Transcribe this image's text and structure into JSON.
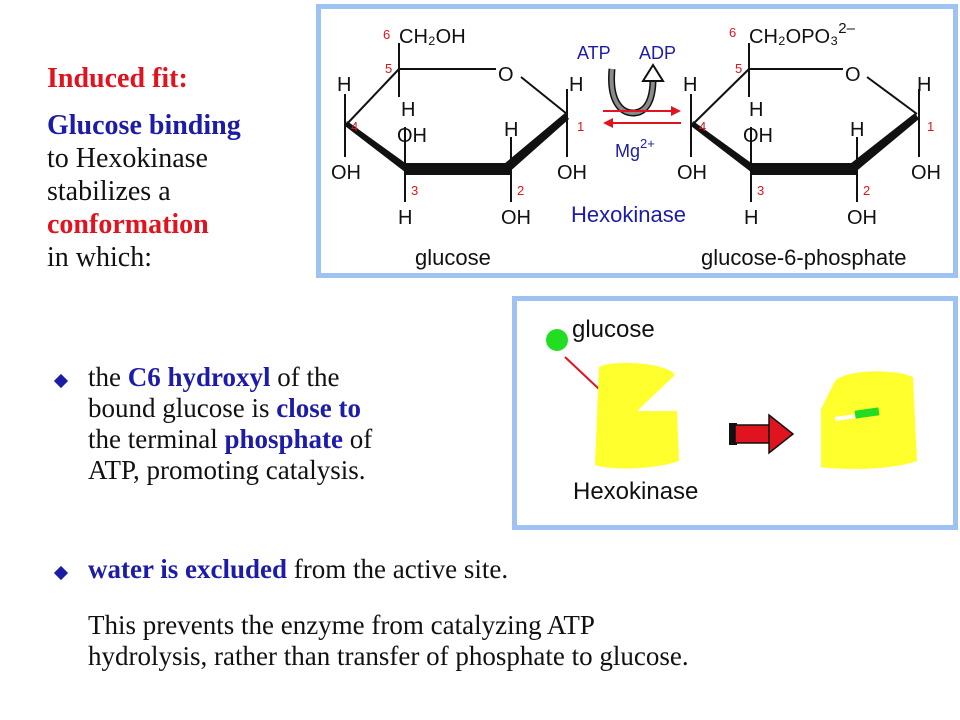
{
  "intro": {
    "heading": "Induced fit:",
    "line1": "Glucose binding",
    "line2": "to Hexokinase",
    "line3": "stabilizes a",
    "line4": "conformation",
    "line5": "in which:"
  },
  "reaction": {
    "glucose_c6_group": "CH₂OH",
    "g6p_c6_group": "CH₂OPO₃",
    "g6p_charge": "2–",
    "atp": "ATP",
    "adp": "ADP",
    "mg": "Mg",
    "mg_charge": "2+",
    "enzyme": "Hexokinase",
    "substrate_label": "glucose",
    "product_label": "glucose-6-phosphate",
    "carbon_numbers": [
      "6",
      "5",
      "4",
      "3",
      "2",
      "1"
    ],
    "ring_oxygen": "O",
    "h": "H",
    "oh": "OH"
  },
  "cartoon": {
    "glucose_label": "glucose",
    "enzyme_label": "Hexokinase"
  },
  "bullet1": {
    "t1": "the ",
    "t2": "C6 hydroxyl",
    "t3": " of the",
    "t4": "bound glucose is ",
    "t5": "close to",
    "t6": "the terminal ",
    "t7": "phosphate",
    "t8": " of",
    "t9": "ATP, promoting catalysis."
  },
  "bullet2": {
    "t1": "water is excluded",
    "t2": " from the active site."
  },
  "note": {
    "line1": "This prevents the enzyme from catalyzing ATP",
    "line2": "hydrolysis, rather than transfer of phosphate to glucose."
  },
  "colors": {
    "red": "#e0141e",
    "blue": "#1c1ca8",
    "frame": "#9ec3f2",
    "yellow": "#ffff2e",
    "green": "#22dd22"
  }
}
